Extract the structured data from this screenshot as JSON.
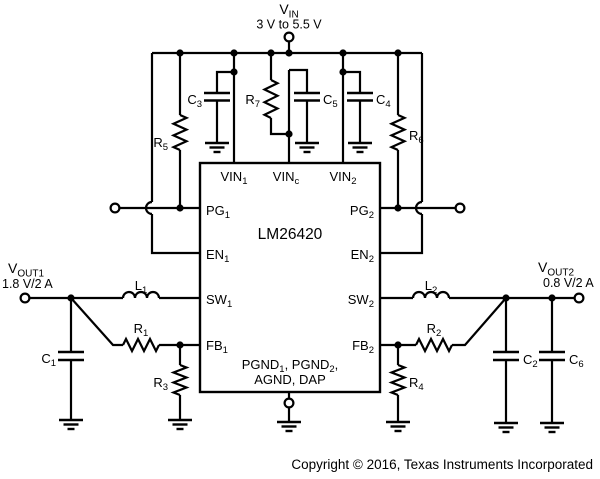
{
  "colors": {
    "ink": "#000000",
    "background": "#ffffff"
  },
  "vin": {
    "base": "V",
    "sub": "IN",
    "range": "3 V to 5.5 V"
  },
  "vout1": {
    "base": "V",
    "sub": "OUT1",
    "rating": "1.8 V/2 A"
  },
  "vout2": {
    "base": "V",
    "sub": "OUT2",
    "rating": "0.8 V/2 A"
  },
  "ic": {
    "name": "LM26420",
    "pins": {
      "vin1": {
        "base": "VIN",
        "sub": "1"
      },
      "vinc": {
        "base": "VIN",
        "sub": "c"
      },
      "vin2": {
        "base": "VIN",
        "sub": "2"
      },
      "pg1": {
        "base": "PG",
        "sub": "1"
      },
      "pg2": {
        "base": "PG",
        "sub": "2"
      },
      "en1": {
        "base": "EN",
        "sub": "1"
      },
      "en2": {
        "base": "EN",
        "sub": "2"
      },
      "sw1": {
        "base": "SW",
        "sub": "1"
      },
      "sw2": {
        "base": "SW",
        "sub": "2"
      },
      "fb1": {
        "base": "FB",
        "sub": "1"
      },
      "fb2": {
        "base": "FB",
        "sub": "2"
      }
    },
    "gnd_line1": {
      "p1": "PGND",
      "s1": "1",
      "mid": ", PGND",
      "s2": "2",
      "tail": ","
    },
    "gnd_line2": "AGND, DAP"
  },
  "components": {
    "r1": {
      "base": "R",
      "sub": "1"
    },
    "r2": {
      "base": "R",
      "sub": "2"
    },
    "r3": {
      "base": "R",
      "sub": "3"
    },
    "r4": {
      "base": "R",
      "sub": "4"
    },
    "r5": {
      "base": "R",
      "sub": "5"
    },
    "r6": {
      "base": "R",
      "sub": "6"
    },
    "r7": {
      "base": "R",
      "sub": "7"
    },
    "c1": {
      "base": "C",
      "sub": "1"
    },
    "c2": {
      "base": "C",
      "sub": "2"
    },
    "c3": {
      "base": "C",
      "sub": "3"
    },
    "c4": {
      "base": "C",
      "sub": "4"
    },
    "c5": {
      "base": "C",
      "sub": "5"
    },
    "c6": {
      "base": "C",
      "sub": "6"
    },
    "l1": {
      "base": "L",
      "sub": "1"
    },
    "l2": {
      "base": "L",
      "sub": "2"
    }
  },
  "footer": {
    "copyright": "Copyright © 2016, Texas Instruments Incorporated"
  }
}
